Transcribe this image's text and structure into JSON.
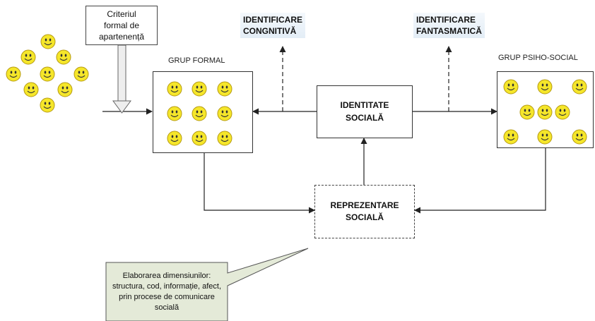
{
  "criterion_note": {
    "lines": [
      "Criteriul",
      "formal de",
      "apartenență"
    ]
  },
  "formal_group": {
    "label": "GRUP FORMAL"
  },
  "psychosocial_group": {
    "label": "GRUP PSIHO-SOCIAL"
  },
  "social_identity": {
    "lines": [
      "IDENTITATE",
      "SOCIALĂ"
    ]
  },
  "social_representation": {
    "lines": [
      "REPREZENTARE",
      "SOCIALĂ"
    ]
  },
  "cognitive_identification": {
    "lines": [
      "IDENTIFICARE",
      "CONGNITIVĂ"
    ]
  },
  "fantasmatic_identification": {
    "lines": [
      "IDENTIFICARE",
      "FANTASMATICĂ"
    ]
  },
  "callout": {
    "lines": [
      "Elaborarea dimensiunilor:",
      "structura, cod, informație, afect,",
      "prin procese de comunicare",
      "socială"
    ]
  },
  "colors": {
    "smiley_fill": "#f5e62a",
    "callout_fill": "#e4ead8",
    "arrow": "#222222"
  },
  "icons": {
    "person": "smiley-face-icon"
  }
}
